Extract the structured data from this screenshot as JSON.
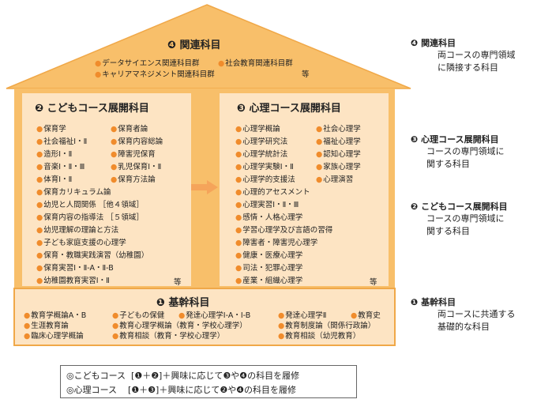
{
  "colors": {
    "roof": "#f8bf6a",
    "panel": "#fde4c3",
    "bullet": "#f08c2c",
    "arrow": "#f5a45a"
  },
  "roof": {
    "title": "❹ 関連科目",
    "items": [
      "データサイエンス関連科目群",
      "社会教育関連科目群",
      "キャリアマネジメント関連科目群"
    ],
    "etc": "等"
  },
  "kodomo": {
    "title": "❷ こどもコース展開科目",
    "col1": [
      "保育学",
      "社会福祉Ⅰ・Ⅱ",
      "造形Ⅰ・Ⅱ",
      "音楽Ⅰ・Ⅱ・Ⅲ",
      "体育Ⅰ・Ⅱ"
    ],
    "col2": [
      "保育者論",
      "保育内容総論",
      "障害児保育",
      "乳児保育Ⅰ・Ⅱ",
      "保育方法論"
    ],
    "full": [
      "保育カリキュラム論",
      "幼児と人間関係 ［他４領域］",
      "保育内容の指導法 ［５領域］",
      "幼児理解の理論と方法",
      "子ども家庭支援の心理学",
      "保育・教職実践演習（幼稚園）",
      "保育実習Ⅰ・Ⅱ-A・Ⅱ-B",
      "幼稚園教育実習Ⅰ・Ⅱ"
    ],
    "etc": "等"
  },
  "shinri": {
    "title": "❸ 心理コース展開科目",
    "col1": [
      "心理学概論",
      "心理学研究法",
      "心理学統計法",
      "心理学実験Ⅰ・Ⅱ",
      "心理学的支援法"
    ],
    "col2": [
      "社会心理学",
      "福祉心理学",
      "認知心理学",
      "家族心理学",
      "心理演習"
    ],
    "full": [
      "心理的アセスメント",
      "心理実習Ⅰ・Ⅱ・Ⅲ",
      "感情・人格心理学",
      "学習心理学及び言語の習得",
      "障害者・障害児心理学",
      "健康・医療心理学",
      "司法・犯罪心理学",
      "産業・組織心理学"
    ],
    "etc": "等"
  },
  "kikan": {
    "title": "❶ 基幹科目",
    "rows": [
      [
        "教育学概論A・B",
        "子どもの保健",
        "発達心理学Ⅰ-A・Ⅰ-B",
        "発達心理学Ⅱ",
        "教育史"
      ],
      [
        "生涯教育論",
        "教育心理学概論（教育・学校心理学）",
        "教育制度論（関係行政論）"
      ],
      [
        "臨床心理学概論",
        "教育相談（教育・学校心理学）",
        "教育相談（幼児教育）"
      ]
    ]
  },
  "legend": [
    {
      "head": "❹ 関連科目",
      "desc": [
        "両コースの専門領域",
        "に隣接する科目"
      ]
    },
    {
      "head": "❸ 心理コース展開科目",
      "desc": [
        "コースの専門領域に",
        "関する科目"
      ]
    },
    {
      "head": "❷ こどもコース展開科目",
      "desc": [
        "コースの専門領域に",
        "関する科目"
      ]
    },
    {
      "head": "❶ 基幹科目",
      "desc": [
        "両コースに共通する",
        "基礎的な科目"
      ]
    }
  ],
  "notes": [
    "◎こどもコース  [❶＋❷]＋興味に応じて❸や❹の科目を履修",
    "◎心理コース    [❶＋❸]＋興味に応じて❷や❹の科目を履修"
  ]
}
